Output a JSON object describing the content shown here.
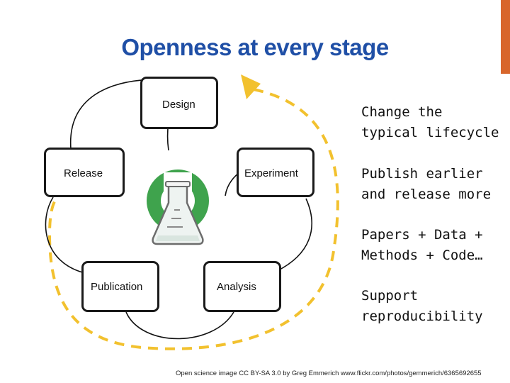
{
  "title": "Openness at every stage",
  "stages": {
    "design": "Design",
    "release": "Release",
    "experiment": "Experiment",
    "publication": "Publication",
    "analysis": "Analysis"
  },
  "bullets": [
    {
      "line1": "Change the",
      "line2": "typical lifecycle"
    },
    {
      "line1": "Publish earlier",
      "line2": "and release more"
    },
    {
      "line1": "Papers + Data +",
      "line2": "Methods + Code…"
    },
    {
      "line1": "Support",
      "line2": "reproducibility"
    }
  ],
  "credit": "Open science image CC BY-SA 3.0 by Greg Emmerich www.flickr.com/photos/gemmerich/6365692655",
  "colors": {
    "title": "#1f4fa6",
    "accent_bar": "#d8662b",
    "dashed_arrow": "#f2c12e",
    "flask_ring": "#3fa34d"
  },
  "icons": {
    "center": "open-science-flask-icon"
  }
}
